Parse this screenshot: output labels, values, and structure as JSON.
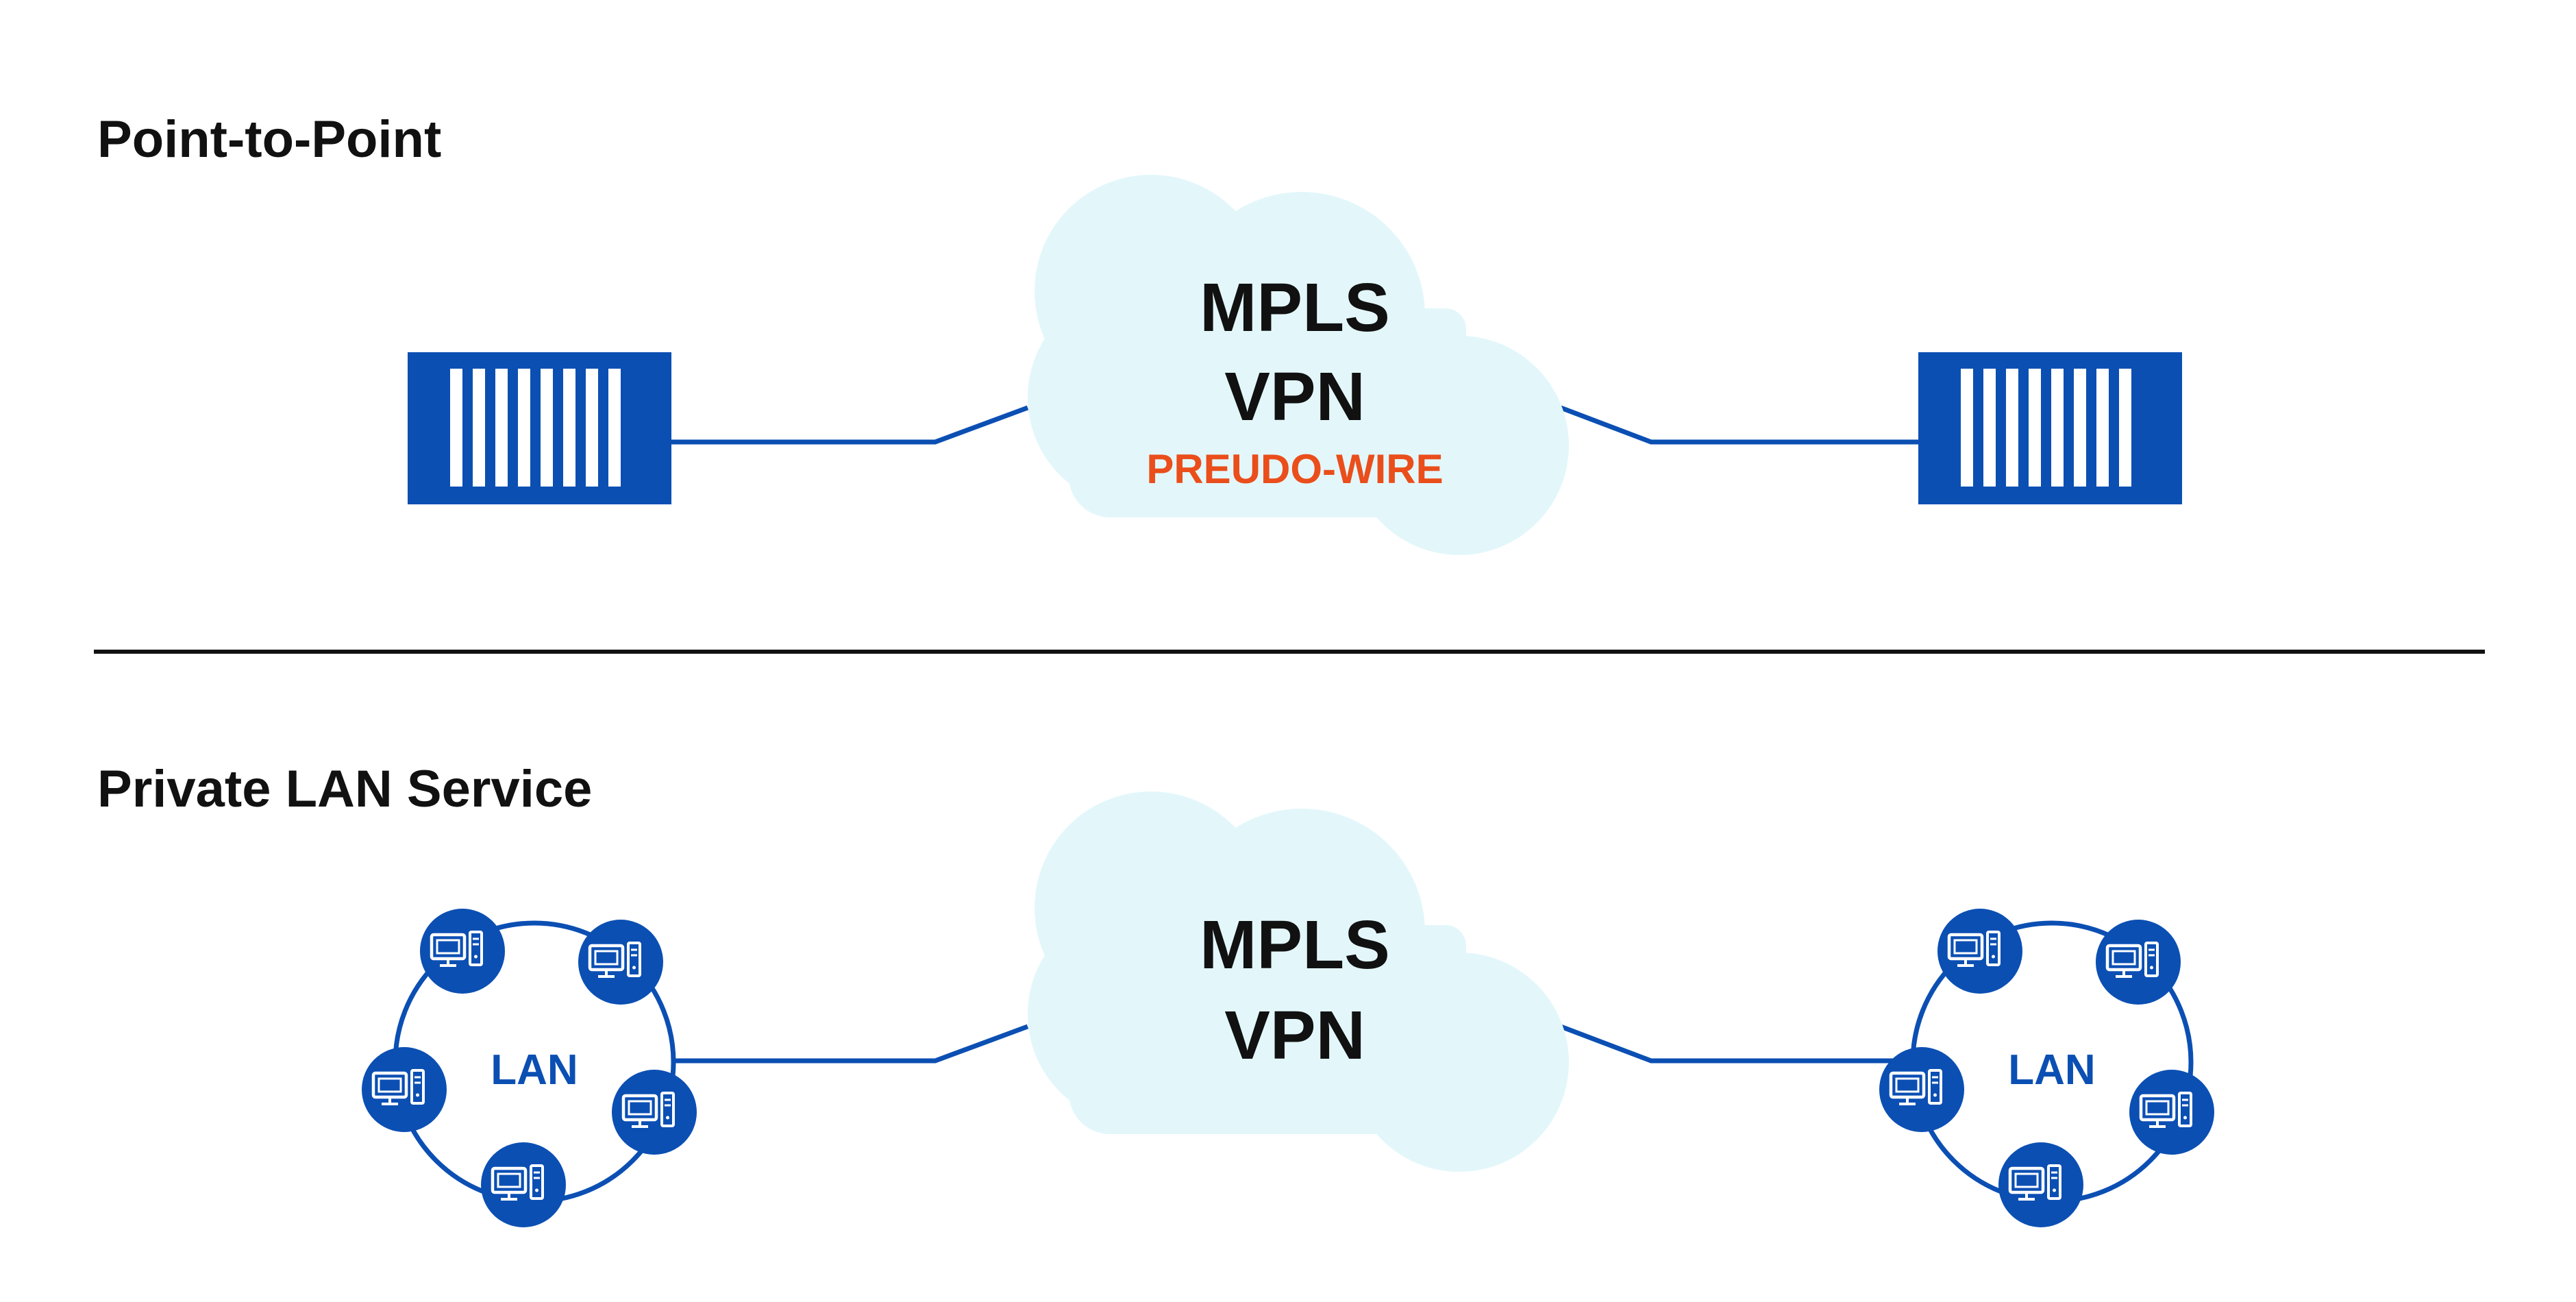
{
  "sections": {
    "top": {
      "title": "Point-to-Point"
    },
    "bottom": {
      "title": "Private LAN Service"
    }
  },
  "top_cloud": {
    "line1": "MPLS",
    "line2": "VPN",
    "sublabel": "PREUDO-WIRE"
  },
  "bottom_cloud": {
    "line1": "MPLS",
    "line2": "VPN"
  },
  "lan_left": {
    "label": "LAN",
    "node_icon": "desktop-computer-icon"
  },
  "lan_right": {
    "label": "LAN",
    "node_icon": "desktop-computer-icon"
  },
  "colors": {
    "primary_blue": "#0b4fb3",
    "cloud_fill": "#e3f7fb",
    "accent_orange": "#ea4e1b",
    "text_dark": "#111111",
    "divider": "#111111"
  }
}
